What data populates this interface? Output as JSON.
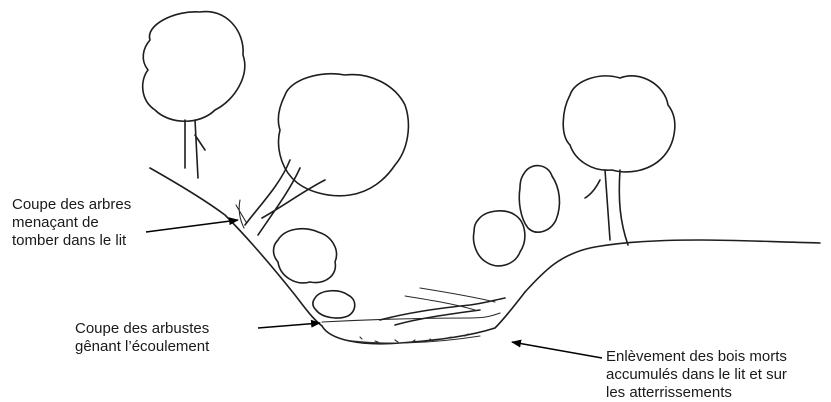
{
  "annotations": {
    "trees": {
      "lines": [
        "Coupe des arbres",
        "menaçant de",
        "tomber dans le lit"
      ]
    },
    "shrubs": {
      "lines": [
        "Coupe des arbustes",
        "gênant l’écoulement"
      ]
    },
    "deadwood": {
      "lines": [
        "Enlèvement des bois morts",
        "accumulés dans le lit et sur",
        "les atterrissements"
      ]
    }
  },
  "icons": {
    "arrow": "arrow-icon",
    "tree": "tree-icon",
    "shrub": "shrub-icon",
    "deadwood": "deadwood-icon"
  }
}
